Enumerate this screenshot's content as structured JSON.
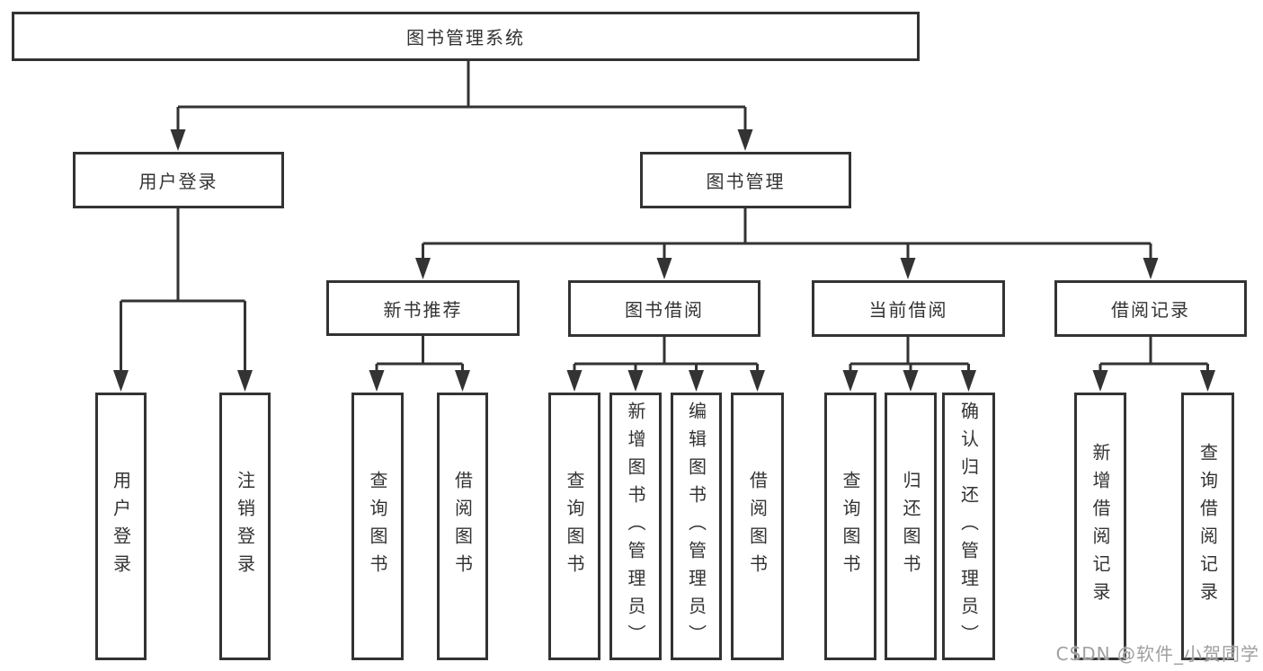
{
  "diagram_title": "图书管理系统",
  "colors": {
    "line": "#333333",
    "text": "#333333",
    "box_background": "#ffffff",
    "page_background": "#ffffff",
    "watermark": "#a0a0a0"
  },
  "tree": {
    "root": {
      "label": "图书管理系统"
    },
    "branches": [
      {
        "label": "用户登录",
        "children": [
          {
            "label": "用户登录"
          },
          {
            "label": "注销登录"
          }
        ]
      },
      {
        "label": "图书管理",
        "children": [
          {
            "label": "新书推荐",
            "children": [
              {
                "label": "查询图书"
              },
              {
                "label": "借阅图书"
              }
            ]
          },
          {
            "label": "图书借阅",
            "children": [
              {
                "label": "查询图书"
              },
              {
                "label": "新增图书（管理员）"
              },
              {
                "label": "编辑图书（管理员）"
              },
              {
                "label": "借阅图书"
              }
            ]
          },
          {
            "label": "当前借阅",
            "children": [
              {
                "label": "查询图书"
              },
              {
                "label": "归还图书"
              },
              {
                "label": "确认归还（管理员）"
              }
            ]
          },
          {
            "label": "借阅记录",
            "children": [
              {
                "label": "新增借阅记录"
              },
              {
                "label": "查询借阅记录"
              }
            ]
          }
        ]
      }
    ]
  },
  "watermark": {
    "text": "CSDN @软件_小贺同学"
  }
}
